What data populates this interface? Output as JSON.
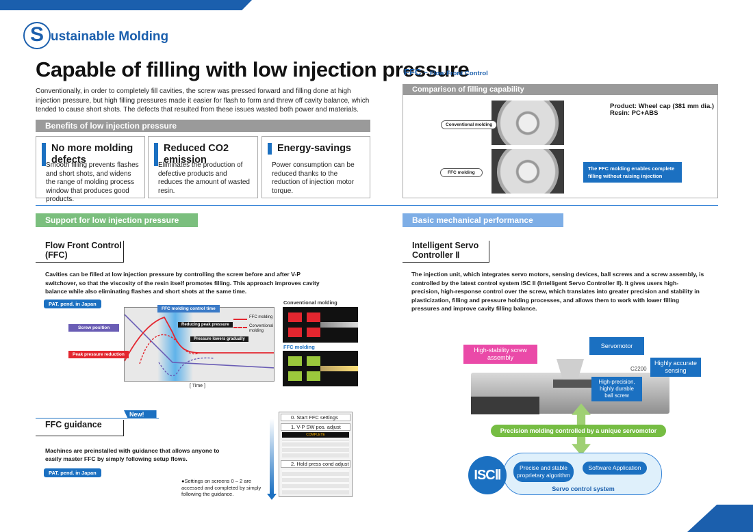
{
  "header": {
    "logo_letter": "S",
    "logo_text": "ustainable Molding"
  },
  "title": "Capable of filling with low injection pressure",
  "intro": "Conventionally, in order to completely fill cavities, the screw was pressed forward and filling done at high injection pressure, but high filling pressures made it easier for flash to form and threw off cavity balance, which tended to cause short shots. The defects that resulted from these issues wasted both power and materials.",
  "benefits": {
    "heading": "Benefits of low injection pressure",
    "items": [
      {
        "title": "No more molding defects",
        "text": "Smooth filling prevents flashes and short shots, and widens the range of molding process window that produces good products."
      },
      {
        "title": "Reduced CO2 emission",
        "text": "Eliminates the production of defective products and reduces the amount of wasted resin."
      },
      {
        "title": "Energy-savings",
        "text": "Power consumption can be reduced thanks to the reduction of injection motor torque."
      }
    ]
  },
  "ffc": {
    "title_abbr": "FFC",
    "dash": " − ",
    "title_full": "Flow Front Control",
    "comparison_heading": "Comparison of filling capability",
    "product": "Product: Wheel cap (381 mm dia.)",
    "resin": "Resin: PC+ABS",
    "conventional_label": "Conventional molding",
    "ffc_label": "FFC molding",
    "flag_text": "The FFC molding enables complete filling without raising injection pressure."
  },
  "support": {
    "heading": "Support for low injection pressure",
    "tab": "Flow Front Control (FFC)",
    "para": "Cavities can be filled at low injection pressure by controlling the screw before and after V-P switchover, so that the viscosity of the resin itself promotes filling. This approach improves cavity balance while also eliminating flashes and short shots at the same time.",
    "pat": "PAT. pend. in Japan",
    "chart": {
      "control_time": "FFC molding control time",
      "screw_position": "Screw position",
      "peak_reduction": "Peak pressure reduction",
      "reducing_peak": "Reducing peak pressure",
      "lowers_gradually": "Pressure lowers gradually",
      "legend_ffc": "FFC molding",
      "legend_conv": "Conventional molding",
      "xlabel": "[ Time ]",
      "conv_molding": "Conventional molding",
      "ffc_molding": "FFC molding"
    }
  },
  "guidance": {
    "tab": "FFC guidance",
    "new": "New!",
    "para": "Machines are preinstalled with guidance that allows anyone to easily master FFC by simply following setup flows.",
    "pat": "PAT. pend. in Japan",
    "note": "●Settings on screens 0 – 2 are accessed and completed by simply following the guidance.",
    "screen_rows": [
      "0. Start FFC settings",
      "1. V-P SW pos. adjust",
      "2. Hold press cond adjust"
    ],
    "complete": "COMPLETE"
  },
  "basic": {
    "heading": "Basic mechanical performance",
    "tab": "Intelligent Servo Controller Ⅱ",
    "para": "The injection unit, which integrates servo motors, sensing devices, ball screws and a screw assembly, is controlled by the latest control system ISC II (Intelligent Servo Controller II). It gives users high-precision, high-response control over the screw, which translates into greater precision and stability in plasticization, filling and pressure holding processes, and allows them to work with lower filling pressures and improve cavity filling balance.",
    "machine_model": "C2200",
    "callouts": {
      "screw": "High-stability screw assembly",
      "servo": "Servomotor",
      "sensing": "Highly accurate sensing",
      "ball": "High-precision, highly durable ball screw"
    },
    "precision_bar": "Precision molding controlled by a unique servomotor",
    "isc": "ISCⅡ",
    "algo": "Precise and stable proprietary algorithm",
    "software": "Software Application",
    "system": "Servo control system"
  },
  "colors": {
    "blue": "#1b5fad",
    "gray_bar": "#9a9a9a",
    "green_bar": "#7bbf7e",
    "basic_bar": "#7eaee6",
    "red": "#e3262f",
    "pink": "#ea4aa8",
    "green": "#76bd43"
  }
}
